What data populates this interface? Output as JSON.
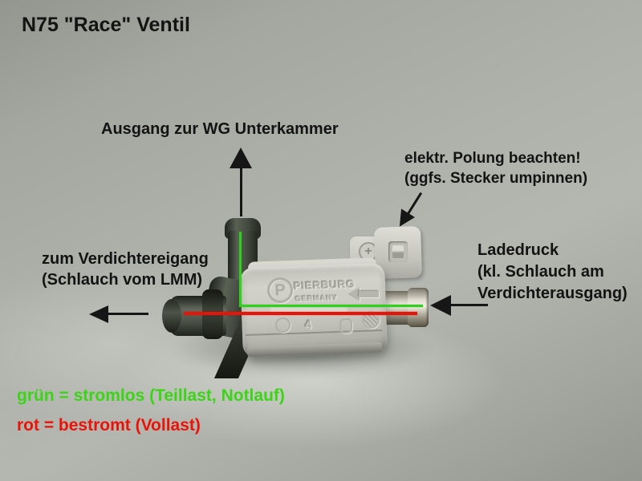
{
  "title": "N75 \"Race\" Ventil",
  "annotations": {
    "wg_outlet": {
      "text": "Ausgang zur WG Unterkammer"
    },
    "polarity": {
      "line1": "elektr. Polung beachten!",
      "line2": "(ggfs. Stecker umpinnen)"
    },
    "compressor_inlet": {
      "line1": "zum Verdichtereigang",
      "line2": "(Schlauch vom LMM)"
    },
    "boost_pressure": {
      "line1": "Ladedruck",
      "line2": "(kl. Schlauch am",
      "line3": "Verdichterausgang)"
    }
  },
  "legend": {
    "green": "grün = stromlos (Teillast, Notlauf)",
    "red": "rot = bestromt (Vollast)"
  },
  "valve": {
    "brand": "PIERBURG",
    "country": "GERMANY",
    "logo_letter": "P",
    "screw_glyph": "+",
    "symbol_digit": "4"
  },
  "colors": {
    "background_gray": "#aaada6",
    "flow_green": "#2fd01e",
    "flow_red": "#e81408",
    "legend_green": "#3bd417",
    "legend_red": "#ea1309",
    "annotation_black": "#141414",
    "valve_body_gray": "#c9c9c1",
    "valve_dark_part": "#3f453c"
  }
}
